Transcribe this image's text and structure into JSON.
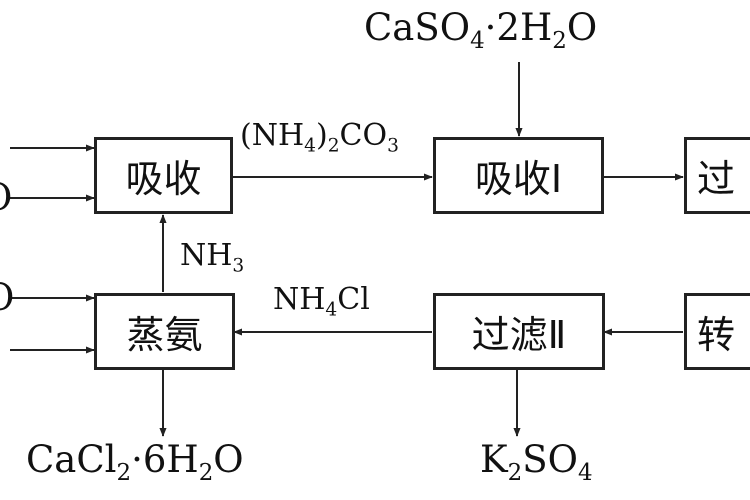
{
  "nodes": {
    "absorb": "吸收",
    "absorb_1": "吸收Ⅰ",
    "filter_1": "过",
    "ammonia_steam": "蒸氨",
    "filter_2": "过滤Ⅱ",
    "convert": "转"
  },
  "labels": {
    "caso4": {
      "a": "CaSO",
      "b": "4",
      "c": "·2H",
      "d": "2",
      "e": "O"
    },
    "nh4co3": {
      "a": "(NH",
      "b": "4",
      "c": ")",
      "d": "2",
      "e": "CO",
      "f": "3"
    },
    "nh3": {
      "a": "NH",
      "b": "3"
    },
    "nh4cl": {
      "a": "NH",
      "b": "4",
      "c": "Cl"
    },
    "cacl2": {
      "a": "CaCl",
      "b": "2",
      "c": "·6H",
      "d": "2",
      "e": "O"
    },
    "k2so4": {
      "a": "K",
      "b": "2",
      "c": "SO",
      "d": "4"
    },
    "left_1": "",
    "left_2": "O",
    "left_3": "O",
    "left_4": ""
  }
}
